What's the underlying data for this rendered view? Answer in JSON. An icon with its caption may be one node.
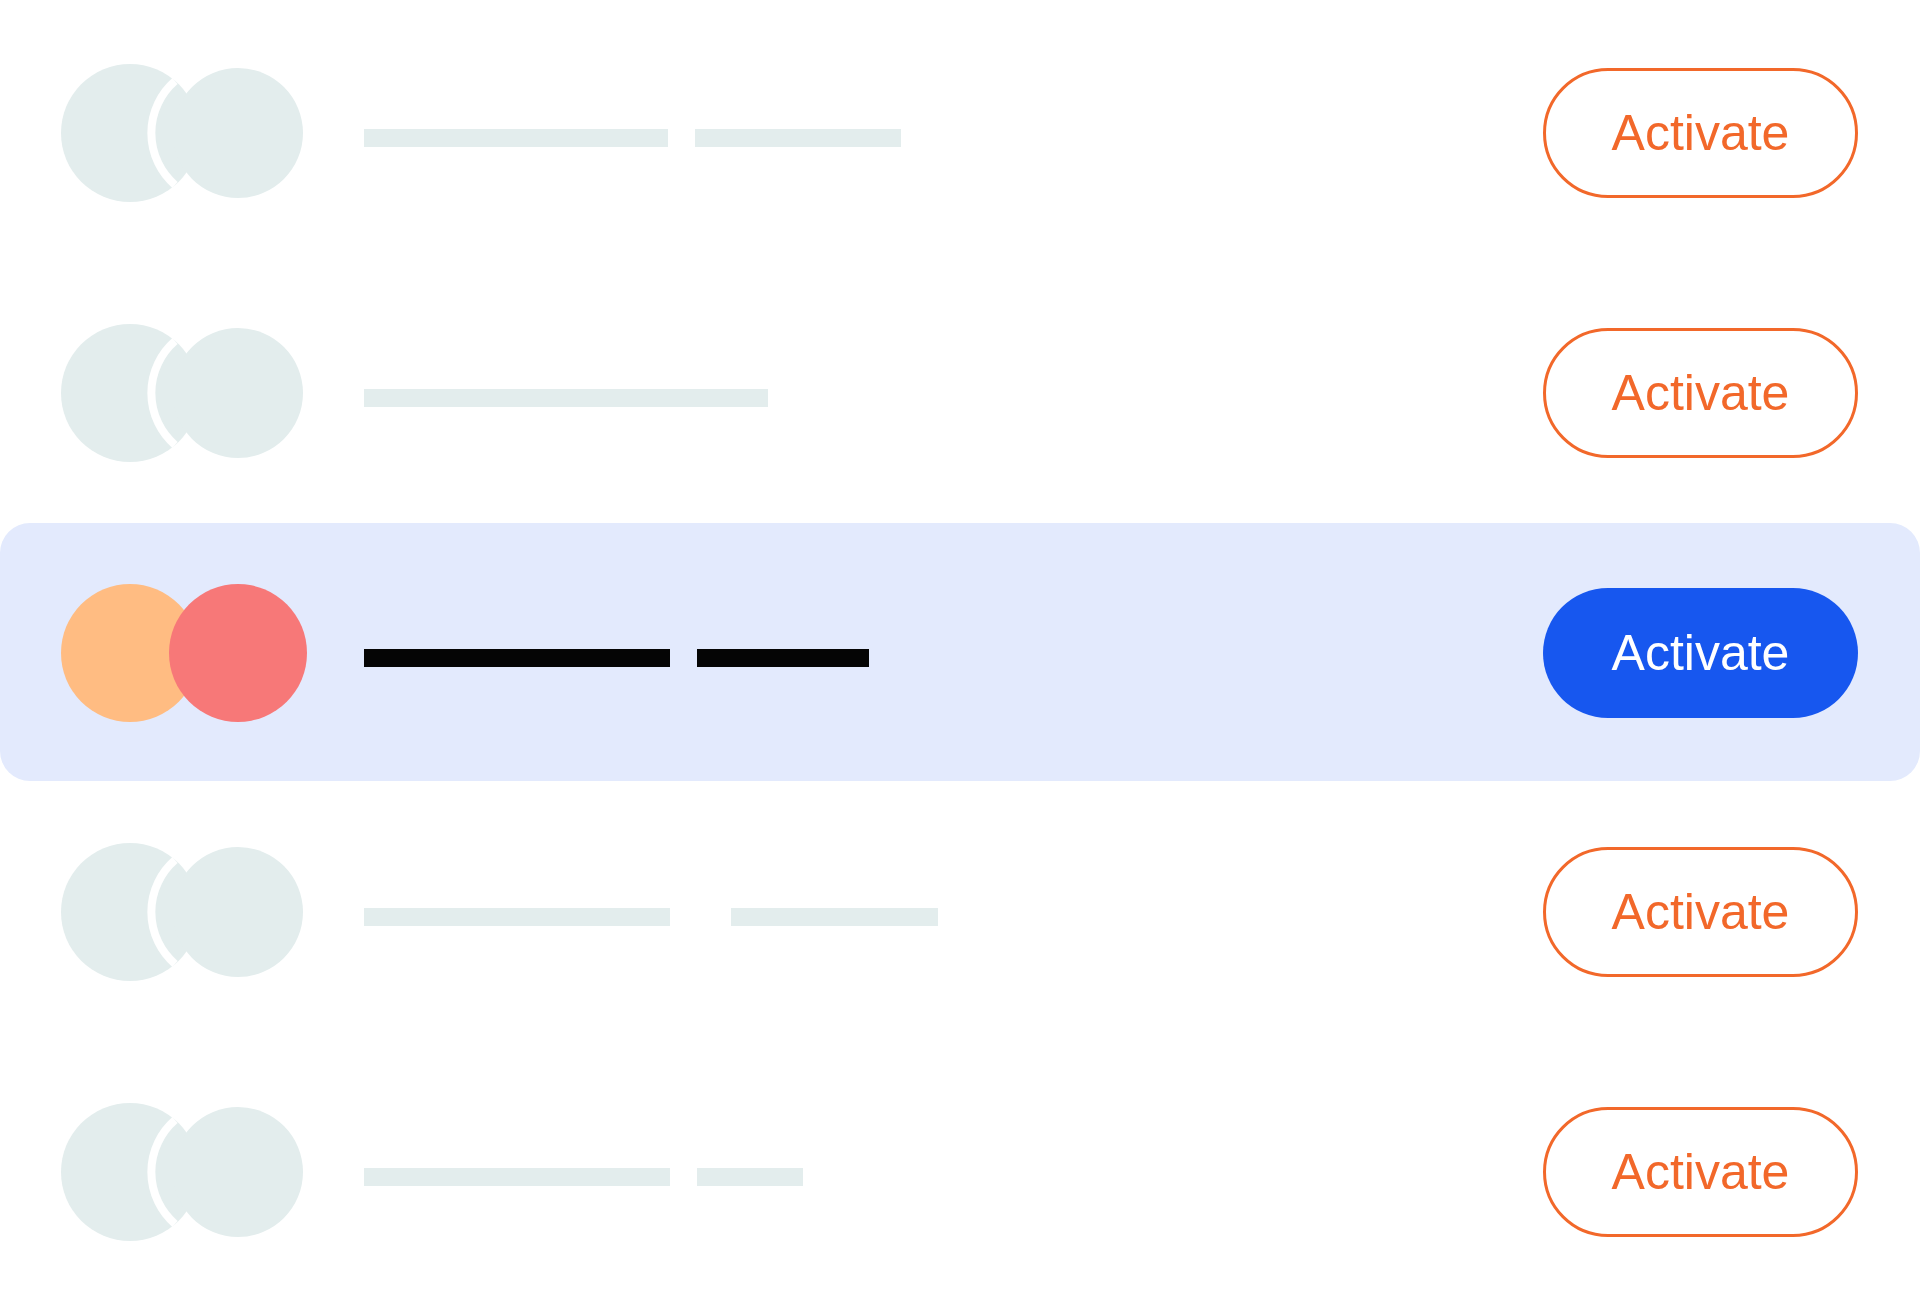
{
  "diagram": {
    "nodes": [
      {
        "text": [
          "Activate"
        ]
      },
      {
        "text": [
          "Activate"
        ]
      },
      {
        "text": [
          "Activate"
        ]
      },
      {
        "text": [
          "Activate"
        ]
      },
      {
        "text": [
          "Activate"
        ]
      }
    ]
  }
}
